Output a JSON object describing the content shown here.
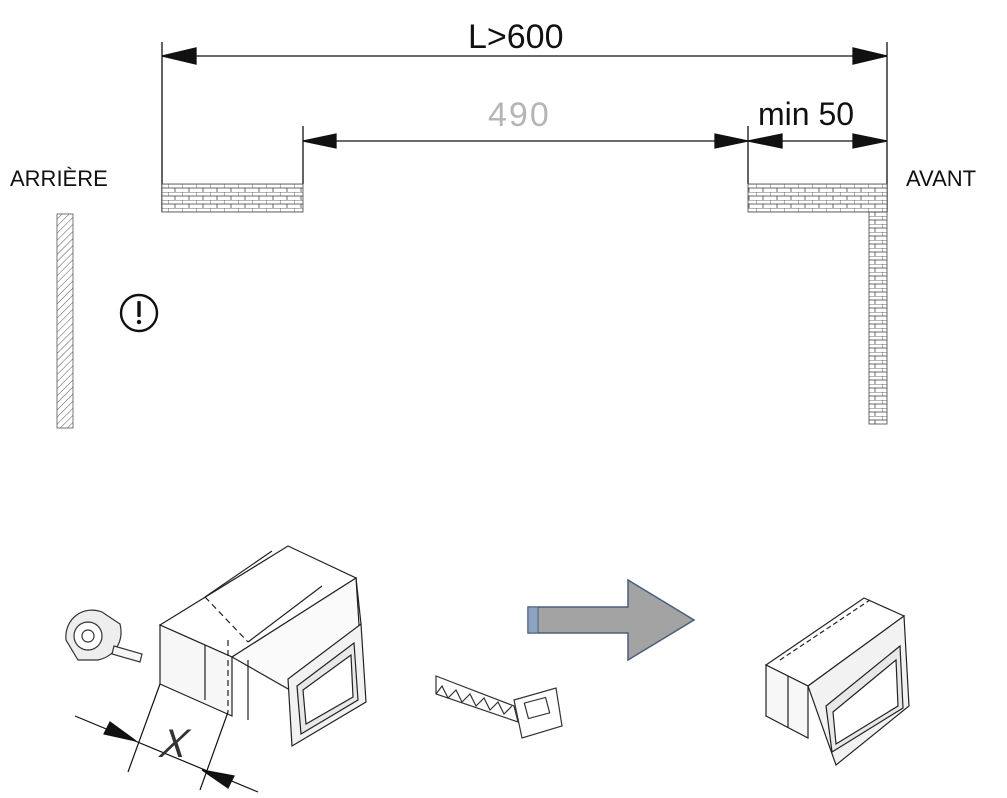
{
  "dimensions": {
    "total_length": "L>600",
    "inner_length": "490",
    "min_front": "min 50",
    "cut_length": "X"
  },
  "sides": {
    "rear": "ARRIÈRE",
    "front": "AVANT"
  },
  "icons": {
    "warning": "exclamation-circle-icon",
    "measure": "tape-measure-icon",
    "saw": "hand-saw-icon",
    "arrow": "right-arrow-icon"
  },
  "colors": {
    "arrow_fill": "#a3a3a3",
    "arrow_stroke": "#4a5f7c",
    "dimension_490": "#b5b5b5",
    "line": "#111111"
  }
}
